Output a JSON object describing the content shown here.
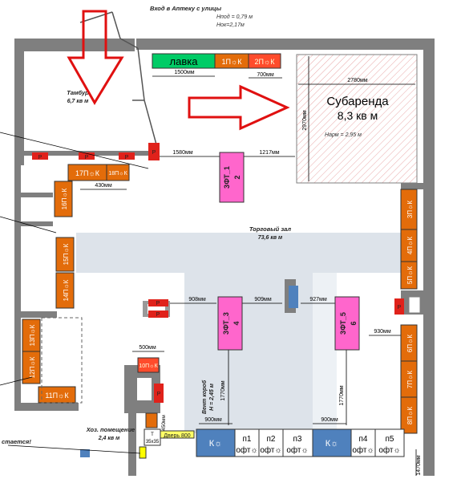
{
  "labels": {
    "entrance": "Вход в Аптеку с улицы",
    "entrance_h1": "Нпод = 0,79 м",
    "entrance_h2": "Нок=2,17м",
    "vestibule": "Тамбур",
    "vestibule_area": "6,7 кв м",
    "sales_hall": "Торговый зал",
    "sales_hall_area": "73,6 кв м",
    "sublease": "Субаренда",
    "sublease_area": "8,3 кв м",
    "sublease_height": "Нарм = 2,95 м",
    "bench": "лавка",
    "utility_room": "Хоз. помещение",
    "utility_area": "2,4 кв м",
    "vent_shaft": "Вент короб",
    "vent_shaft_h": "Н = 2,45 м",
    "door": "Дверь 800",
    "warning": "стается!",
    "t_block": "Т",
    "t_size": "35x35"
  },
  "dimensions": {
    "d1500": "1500мм",
    "d700": "700мм",
    "d2780": "2780мм",
    "d2970": "2970мм",
    "d1580": "1580мм",
    "d1217": "1217мм",
    "d430": "430мм",
    "d908": "908мм",
    "d909": "909мм",
    "d927": "927мм",
    "d930": "930мм",
    "d500": "500мм",
    "d900a": "900мм",
    "d900b": "900мм",
    "d1770a": "1770мм",
    "d1770b": "1770мм",
    "d450": "450мм",
    "d1470": "1470мм"
  },
  "equipment": {
    "p1": "1П☼К",
    "p2": "2П☼К",
    "p3": "3П☼К",
    "p4": "4П☼К",
    "p5": "5П☼К",
    "p6": "6П☼К",
    "p7": "7П☼К",
    "p8": "8П☼К",
    "p10": "10П☼К",
    "p11": "11П☼К",
    "p12": "12П☼К",
    "p13": "13П☼К",
    "p14": "14П☼К",
    "p15": "15П☼К",
    "p16": "16П☼К",
    "p17": "17П☼К",
    "p18": "18П☼К",
    "t1": "3ФТ_1",
    "t1n": "2",
    "t3": "3ФТ_3",
    "t3n": "4",
    "t5": "3ФТ_5",
    "t5n": "6",
    "k1": "К☼",
    "k2": "К☼",
    "s1": "п1",
    "s2": "п2",
    "s3": "п3",
    "s4": "п4",
    "s5": "п5",
    "oft": "офт☼"
  },
  "markers": {
    "p": "Р"
  },
  "colors": {
    "wall": "#7f7f7f",
    "shelf": "#e36c0a",
    "shelf_red": "#ff4b2b",
    "pink": "#ff66cc",
    "blue": "#4f81bd",
    "green": "#00cc66",
    "red_marker": "#e0221b",
    "grey_area": "#dde3ea",
    "arrow": "#e01010"
  }
}
